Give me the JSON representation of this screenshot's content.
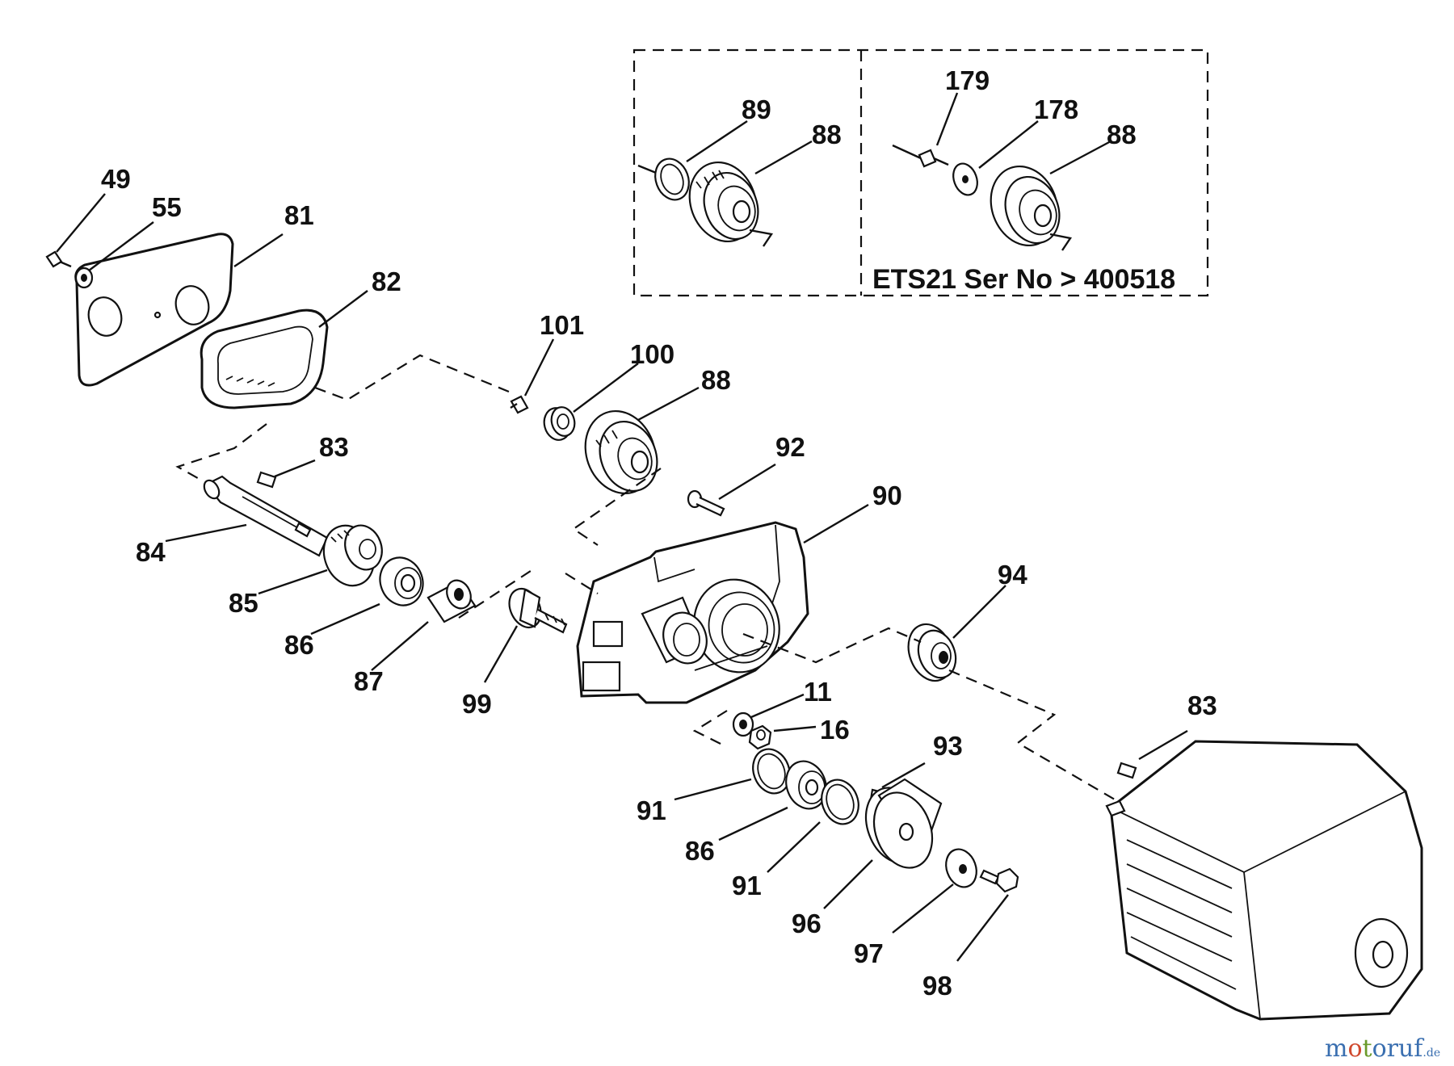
{
  "inset_caption": "ETS21 Ser No > 400518",
  "watermark": {
    "brand": "motoruf",
    "tld": ".de",
    "colors": {
      "m": "#3a6fb0",
      "o": "#d04a2f",
      "t": "#6a9a2a",
      "rest": "#3a6fb0"
    }
  },
  "labels": {
    "p49": "49",
    "p55": "55",
    "p81": "81",
    "p82": "82",
    "p101": "101",
    "p100": "100",
    "p88a": "88",
    "p92": "92",
    "p83a": "83",
    "p84": "84",
    "p85": "85",
    "p86a": "86",
    "p87": "87",
    "p99": "99",
    "p90": "90",
    "p94": "94",
    "p11": "11",
    "p16": "16",
    "p93": "93",
    "p83b": "83",
    "p91a": "91",
    "p86b": "86",
    "p91b": "91",
    "p96": "96",
    "p97": "97",
    "p98": "98",
    "p89": "89",
    "p88b": "88",
    "p179": "179",
    "p178": "178",
    "p88c": "88"
  }
}
